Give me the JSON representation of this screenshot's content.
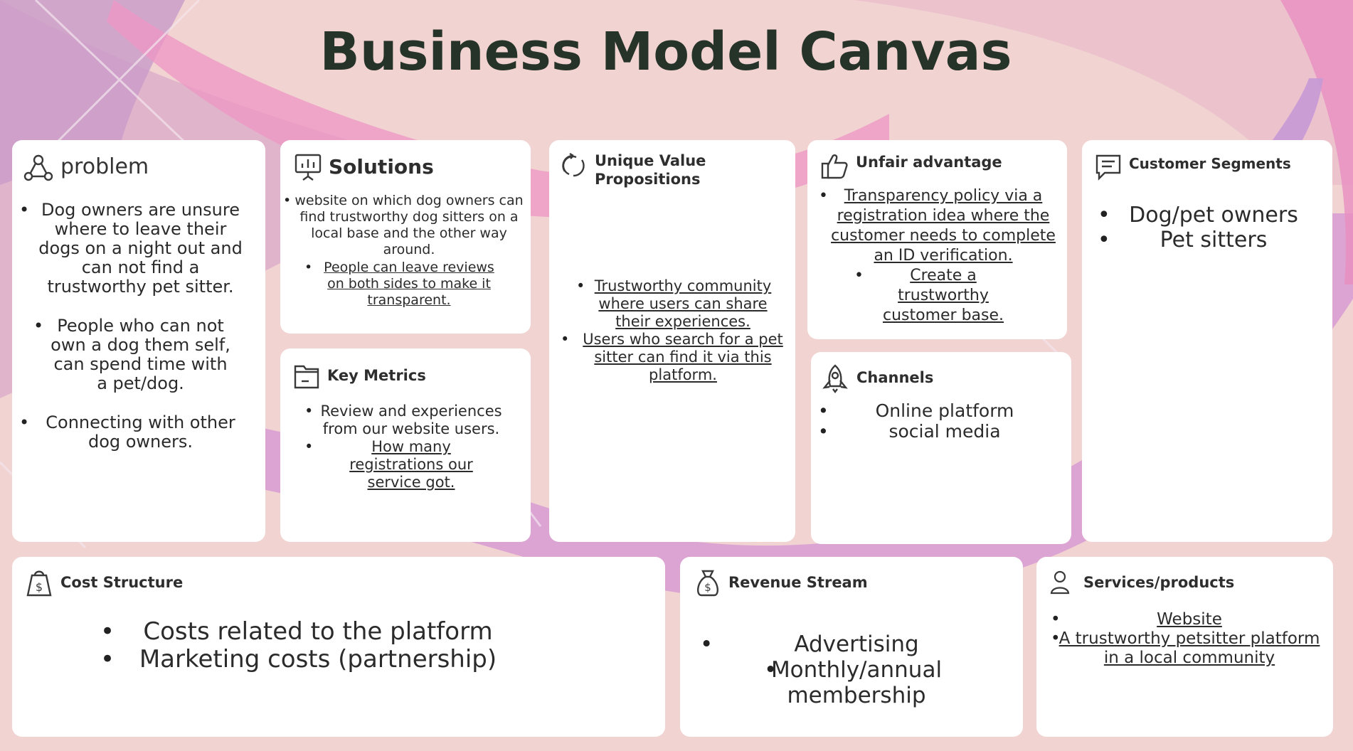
{
  "title": "Business Model Canvas",
  "colors": {
    "background": "#f1d3d2",
    "title": "#263328",
    "card": "#ffffff",
    "accent_pink": "#e98fc0",
    "accent_purple": "#c79ad6"
  },
  "cards": {
    "problem": {
      "title": "problem",
      "icon": "users-network-icon",
      "items": [
        "Dog owners are unsure where to leave their dogs on a night out and can not find a trustworthy pet sitter.",
        "People who can not own a dog them self, can spend time with a pet/dog.",
        "Connecting with other dog owners."
      ]
    },
    "solutions": {
      "title": "Solutions",
      "icon": "presentation-chart-icon",
      "items": [
        "website on which dog owners can find trustworthy dog sitters on a local base and the other way around.",
        "People can leave reviews on both sides to make it transparent."
      ]
    },
    "key_metrics": {
      "title": "Key Metrics",
      "icon": "folder-icon",
      "items": [
        "Review and experiences from our website users.",
        "How many registrations our service got."
      ]
    },
    "uvp": {
      "title": "Unique Value Propositions",
      "icon": "refresh-cycle-icon",
      "items": [
        "Trustworthy community where users can share their experiences.",
        "Users who search for a pet sitter can find it via this platform."
      ]
    },
    "unfair_advantage": {
      "title": "Unfair advantage",
      "icon": "thumbs-up-icon",
      "items": [
        "Transparency policy via a registration idea where the customer needs to complete an ID verification.",
        "Create a trustworthy customer base."
      ]
    },
    "channels": {
      "title": "Channels",
      "icon": "rocket-icon",
      "items": [
        "Online platform",
        "social media"
      ]
    },
    "customer_segments": {
      "title": "Customer Segments",
      "icon": "chat-bubble-icon",
      "items": [
        "Dog/pet owners",
        "Pet sitters"
      ]
    },
    "cost_structure": {
      "title": "Cost Structure",
      "icon": "price-tag-icon",
      "items": [
        "Costs related to the platform",
        "Marketing costs (partnership)"
      ]
    },
    "revenue_stream": {
      "title": "Revenue Stream",
      "icon": "money-bag-icon",
      "items": [
        "Advertising",
        "Monthly/annual membership"
      ]
    },
    "services": {
      "title": "Services/products",
      "icon": "person-icon",
      "items": [
        "Website",
        "A trustworthy  petsitter platform in a local community"
      ]
    }
  }
}
